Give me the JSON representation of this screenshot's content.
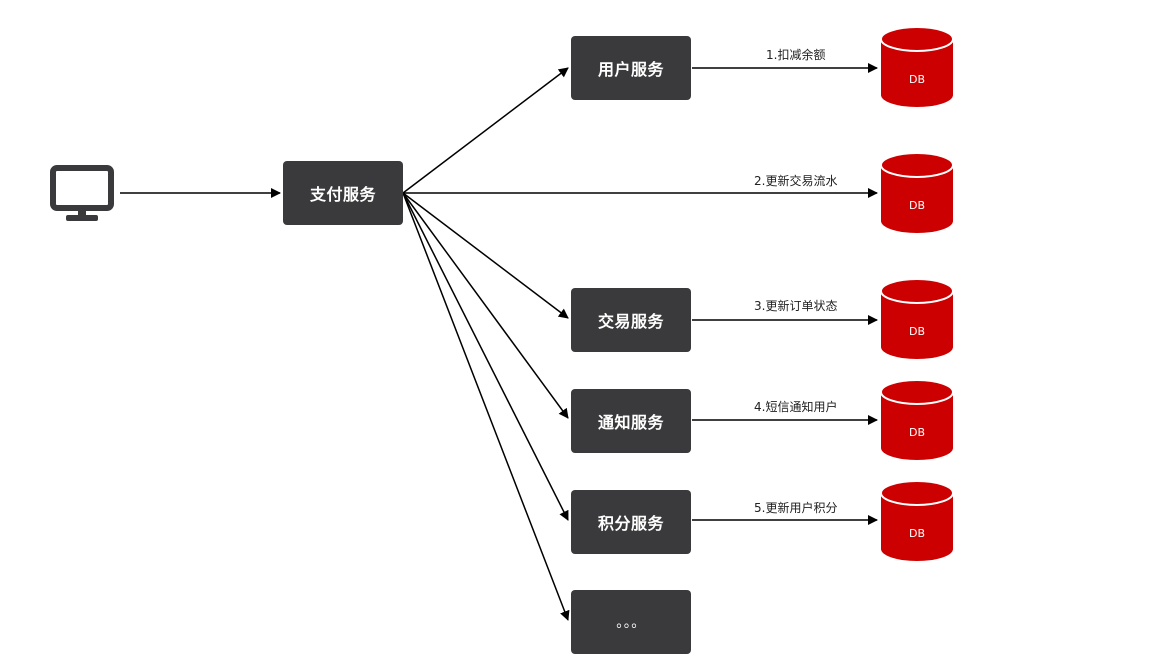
{
  "nodes": {
    "pay": "支付服务",
    "user": "用户服务",
    "trade": "交易服务",
    "notify": "通知服务",
    "points": "积分服务",
    "more": "。。。"
  },
  "edges": {
    "deduct": "1.扣减余额",
    "flow": "2.更新交易流水",
    "order": "3.更新订单状态",
    "sms": "4.短信通知用户",
    "points": "5.更新用户积分"
  },
  "db": {
    "label": "DB",
    "color": "#cc0000"
  },
  "icons": {
    "client": "monitor-icon"
  }
}
